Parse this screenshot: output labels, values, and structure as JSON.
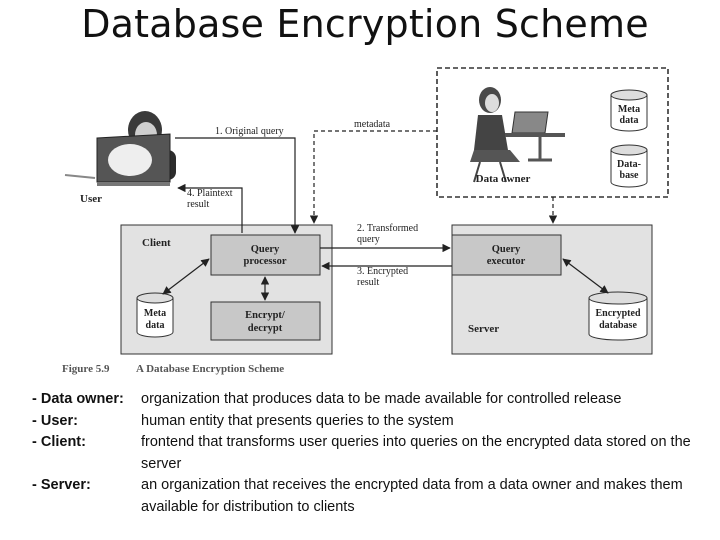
{
  "title": "Database Encryption Scheme",
  "diagram": {
    "user_label": "User",
    "data_owner_label": "Data owner",
    "client_label": "Client",
    "server_label": "Server",
    "query_processor": [
      "Query",
      "processor"
    ],
    "query_executor": [
      "Query",
      "executor"
    ],
    "encrypt_decrypt": [
      "Encrypt/",
      "decrypt"
    ],
    "meta_data_client": [
      "Meta",
      "data"
    ],
    "meta_data_owner": [
      "Meta",
      "data"
    ],
    "database_owner": [
      "Data-",
      "base"
    ],
    "encrypted_database": [
      "Encrypted",
      "database"
    ],
    "edge_original_query": "1. Original query",
    "edge_metadata": "metadata",
    "edge_plaintext_result": [
      "4. Plaintext",
      "result"
    ],
    "edge_transformed_query": [
      "2. Transformed",
      "query"
    ],
    "edge_encrypted_result": [
      "3. Encrypted",
      "result"
    ],
    "figure_number": "Figure 5.9",
    "figure_caption": "A Database Encryption Scheme"
  },
  "definitions": [
    {
      "term": "- Data owner:",
      "text": "organization that produces data to be made available for controlled release"
    },
    {
      "term": "- User:",
      "text": "human entity that presents queries to the system"
    },
    {
      "term": "- Client:",
      "text": "frontend that transforms user queries into queries on the encrypted data stored on the server"
    },
    {
      "term": "- Server:",
      "text": "an organization that receives the encrypted data from a data owner and makes them available for distribution to clients"
    }
  ]
}
